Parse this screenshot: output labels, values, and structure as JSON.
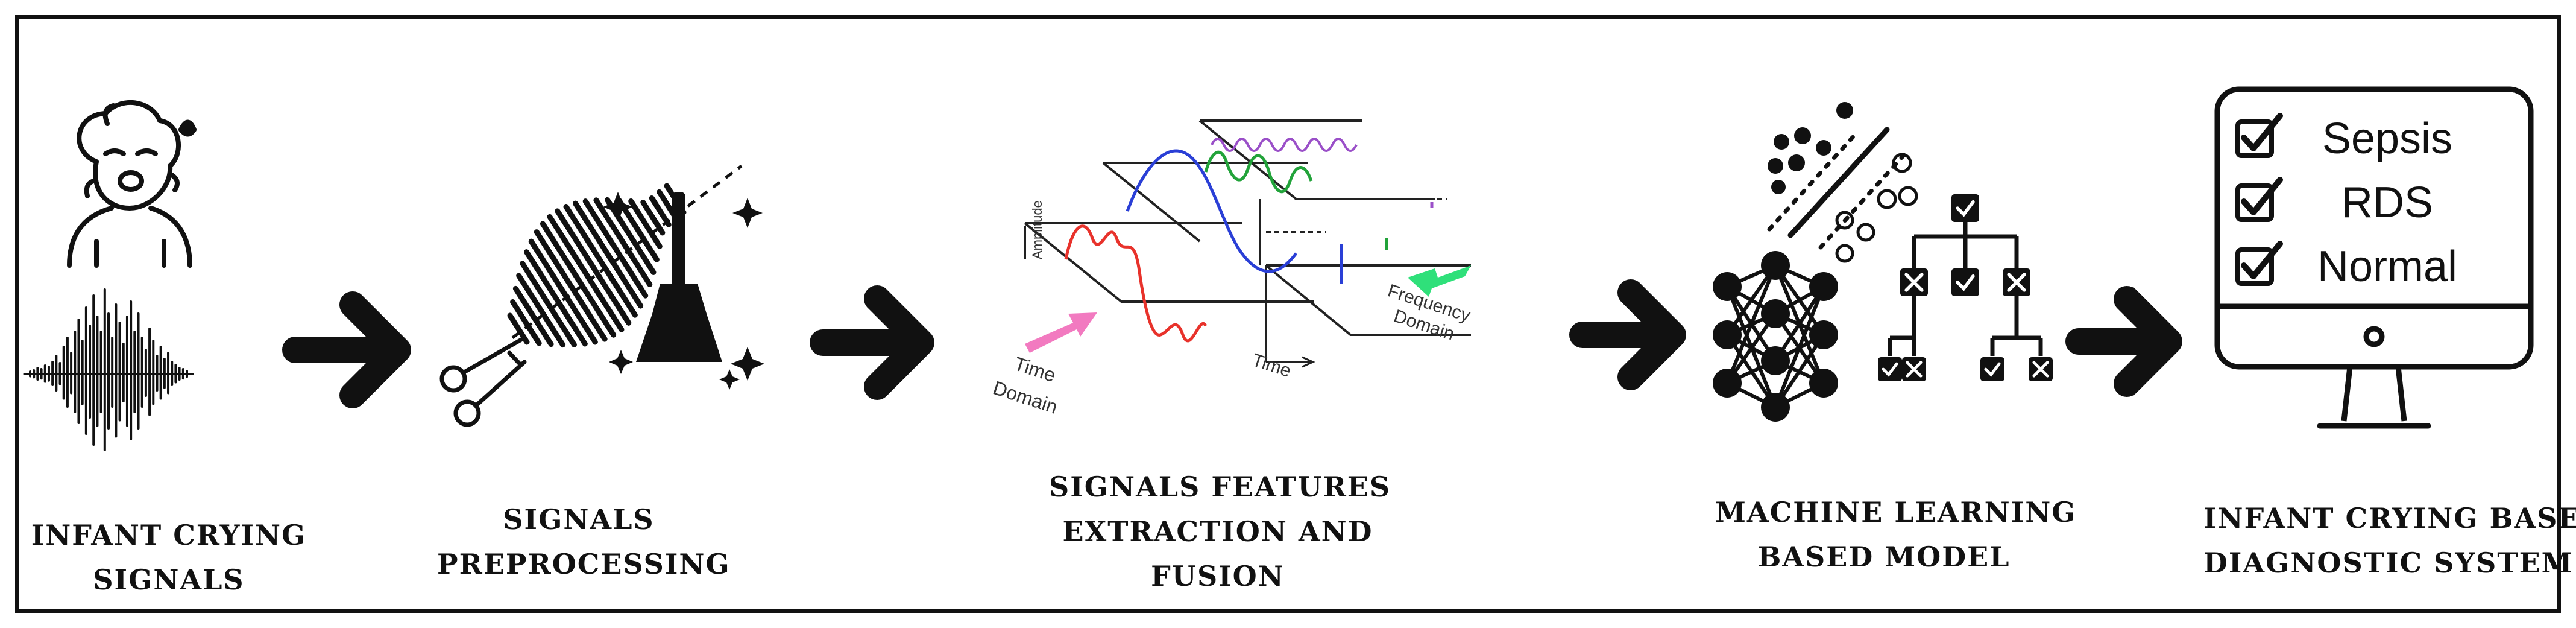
{
  "stages": [
    {
      "caption": [
        "INFANT CRYING",
        "SIGNALS"
      ]
    },
    {
      "caption": [
        "SIGNALS",
        "PREPROCESSING"
      ]
    },
    {
      "caption": [
        "SIGNALS FEATURES",
        "EXTRACTION AND",
        "FUSION"
      ]
    },
    {
      "caption": [
        "MACHINE LEARNING",
        "BASED MODEL"
      ]
    },
    {
      "caption": [
        "INFANT CRYING BASED",
        "DIAGNOSTIC SYSTEM"
      ]
    }
  ],
  "features_figure": {
    "amplitude_label": "Amplitude",
    "time_label": "Time",
    "time_domain_label": [
      "Time",
      "Domain"
    ],
    "frequency_domain_label": [
      "Frequency",
      "Domain"
    ]
  },
  "diagnostic_screen": {
    "items": [
      "Sepsis",
      "RDS",
      "Normal"
    ]
  },
  "colors": {
    "ink": "#111111",
    "time_signal": "#e8322b",
    "sine": "#2a3fd6",
    "harmonic": "#22a33a",
    "high_freq": "#9a4fc8",
    "time_arrow": "#f27ac0",
    "freq_arrow": "#2fe07a"
  },
  "icons": [
    "baby-crying-icon",
    "waveform-icon",
    "scissors-icon",
    "broom-icon",
    "sparkle-icon",
    "neural-network-icon",
    "decision-tree-icon",
    "classification-dots-icon",
    "monitor-icon",
    "checkbox-icon"
  ]
}
